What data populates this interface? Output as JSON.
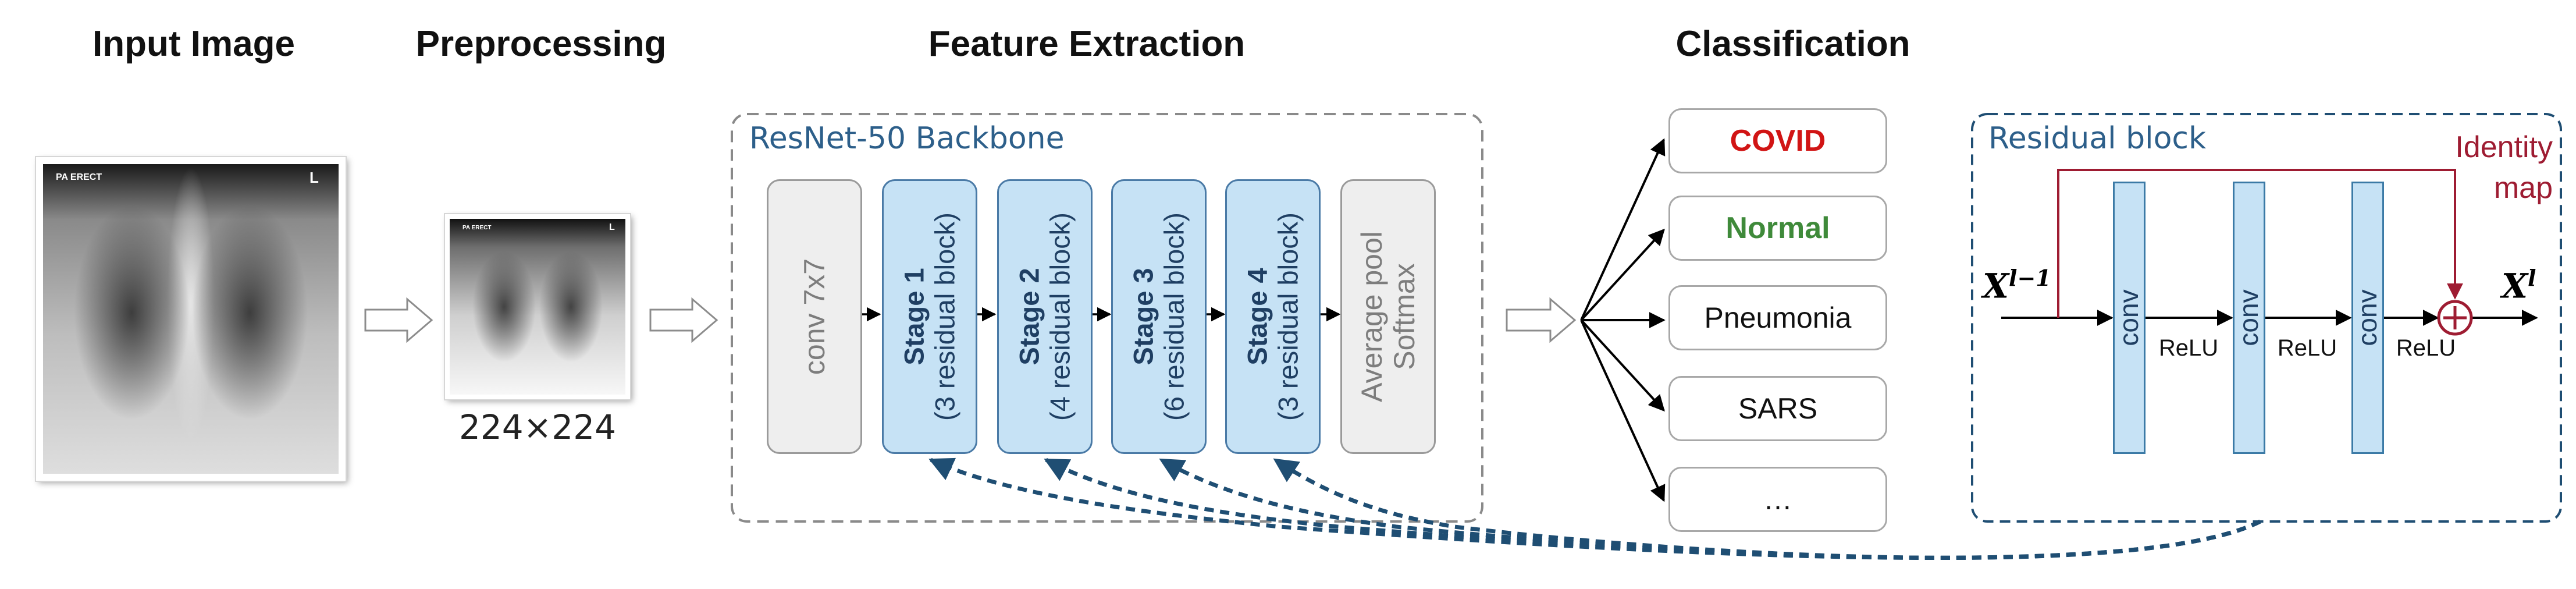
{
  "headers": {
    "input_image": "Input Image",
    "preprocessing": "Preprocessing",
    "feature_extraction": "Feature Extraction",
    "classification": "Classification"
  },
  "input_xray": {
    "tag_left": "PA ERECT",
    "tag_right": "L"
  },
  "preprocessed_xray": {
    "tag_left": "PA ERECT",
    "tag_right": "L",
    "size_label": "224×224"
  },
  "backbone": {
    "title": "ResNet-50 Backbone",
    "first_layer": "conv 7x7",
    "stages": [
      {
        "name": "Stage 1",
        "detail": "(3 residual block)"
      },
      {
        "name": "Stage 2",
        "detail": "(4 residual block)"
      },
      {
        "name": "Stage 3",
        "detail": "(6 residual block)"
      },
      {
        "name": "Stage 4",
        "detail": "(3 residual block)"
      }
    ],
    "head_line1": "Average pool",
    "head_line2": "Softmax"
  },
  "classes": [
    "COVID",
    "Normal",
    "Pneumonia",
    "SARS",
    "…"
  ],
  "residual_block": {
    "title": "Residual block",
    "input_var": "X",
    "input_sup": "l−1",
    "output_var": "X",
    "output_sup": "l",
    "conv_label": "conv",
    "relu_label": "ReLU",
    "identity_line1": "Identity",
    "identity_line2": "map"
  },
  "colors": {
    "stage_fill": "#c6e2f5",
    "stage_border": "#4a7aa6",
    "dashed_blue": "#1f4e73",
    "identity_red": "#9e1c32",
    "covid_red": "#d11414",
    "normal_green": "#3f8a3a"
  }
}
